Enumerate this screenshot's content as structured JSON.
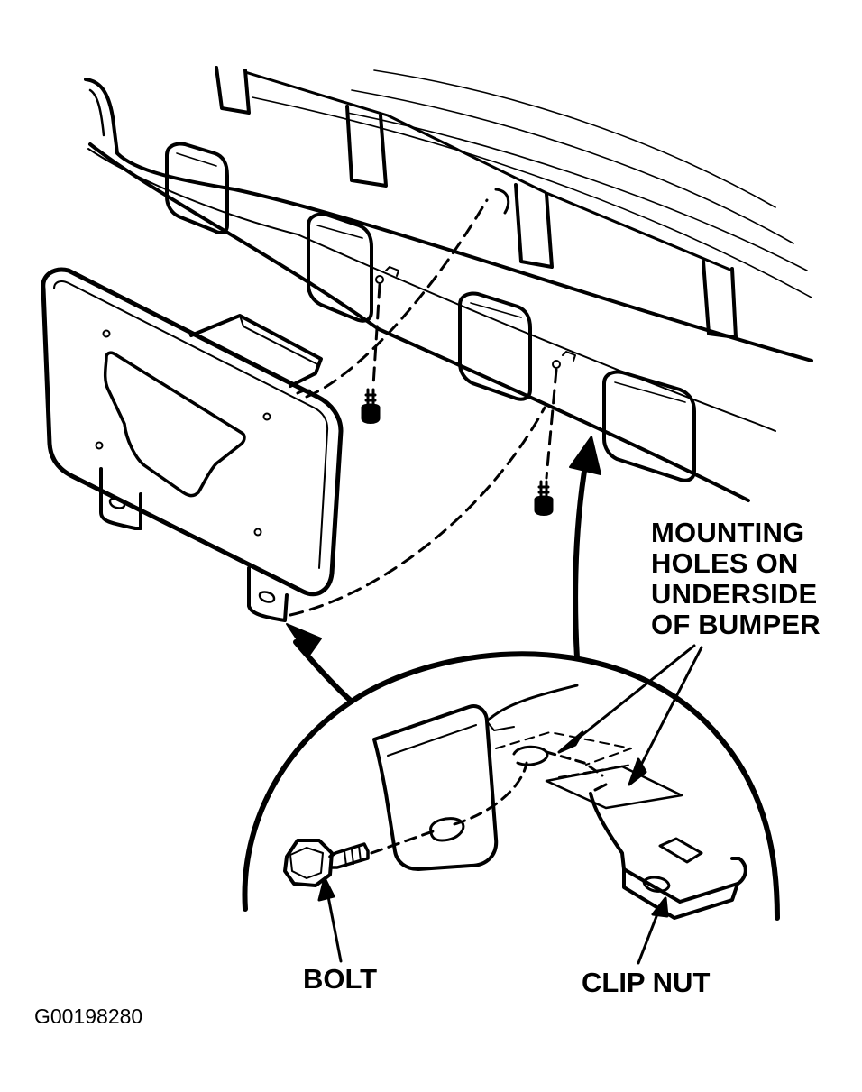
{
  "labels": {
    "mounting_holes": [
      "MOUNTING",
      "HOLES ON",
      "UNDERSIDE",
      "OF BUMPER"
    ],
    "bolt": "BOLT",
    "clip_nut": "CLIP NUT"
  },
  "figure_code": "G00198280",
  "colors": {
    "line": "#000000",
    "background": "#ffffff"
  }
}
